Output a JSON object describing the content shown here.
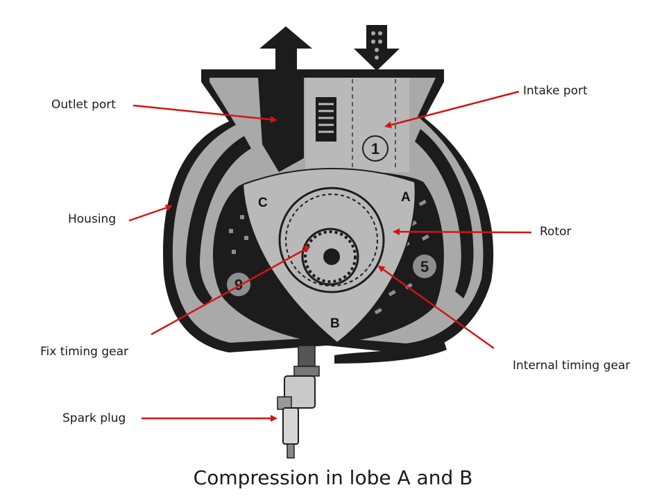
{
  "labels": {
    "outlet_port": "Outlet port",
    "intake_port": "Intake port",
    "housing": "Housing",
    "rotor": "Rotor",
    "fix_timing_gear": "Fix timing gear",
    "internal_timing_gear": "Internal timing gear",
    "spark_plug": "Spark plug"
  },
  "lobes": {
    "a": "A",
    "b": "B",
    "c": "C"
  },
  "position_numbers": {
    "n1": "1",
    "n5": "5",
    "n9": "9"
  },
  "caption": "Compression in lobe A and B",
  "colors": {
    "arrow": "#d41414",
    "dark": "#1c1c1c",
    "housing_grey": "#a9a9a9",
    "rotor_grey": "#b9b9b9",
    "chamber_grey": "#8e8e8e"
  }
}
